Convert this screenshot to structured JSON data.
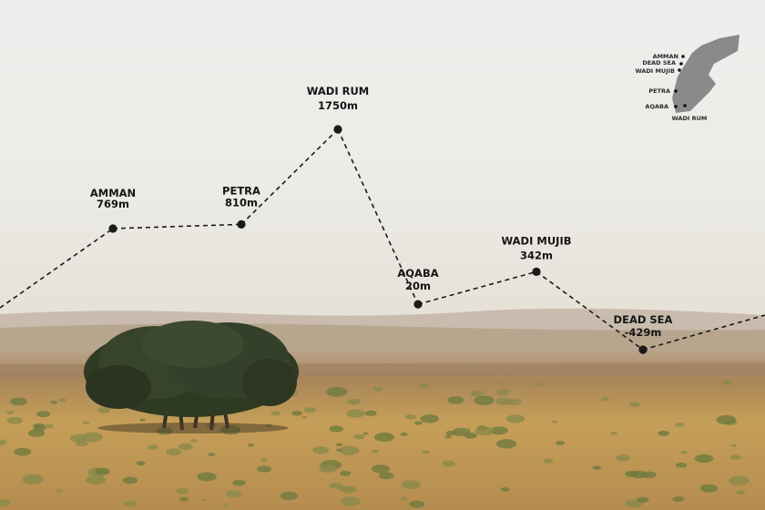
{
  "chart_data": {
    "type": "line",
    "title": "",
    "xlabel": "",
    "ylabel": "",
    "ylim": [
      -600,
      2000
    ],
    "line_style": "dashed",
    "line_color": "#1a1a1a",
    "point_color": "#1a1a1a",
    "grid": false,
    "legend": "none",
    "points": [
      {
        "name": "AMMAN",
        "elevation": 769,
        "label": "769m"
      },
      {
        "name": "PETRA",
        "elevation": 810,
        "label": "810m"
      },
      {
        "name": "WADI RUM",
        "elevation": 1750,
        "label": "1750m"
      },
      {
        "name": "AQABA",
        "elevation": 20,
        "label": "20m"
      },
      {
        "name": "WADI MUJIB",
        "elevation": 342,
        "label": "342m"
      },
      {
        "name": "DEAD SEA",
        "elevation": -429,
        "label": "-429m"
      }
    ]
  },
  "inset_map": {
    "fill_color": "#8a8a8a",
    "labels": [
      "AMMAN",
      "DEAD SEA",
      "WADI MUJIB",
      "PETRA",
      "AQABA",
      "WADI RUM"
    ]
  },
  "background": {
    "sky_color": "#eeeeec",
    "desert_color": "#c9a45c",
    "tree_color": "#2e3a1f"
  }
}
